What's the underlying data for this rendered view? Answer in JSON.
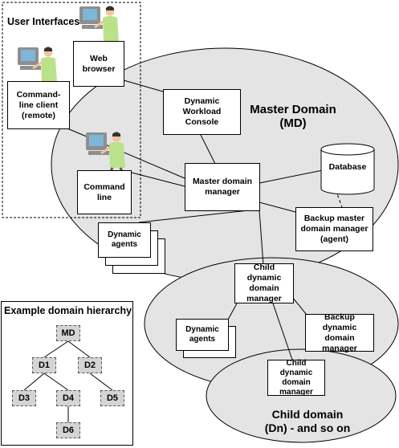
{
  "user_interfaces": {
    "title": "User Interfaces"
  },
  "boxes": {
    "web_browser": "Web browser",
    "command_line_client": "Command-line client (remote)",
    "command_line": "Command line",
    "dwc": "Dynamic Workload Console",
    "master_domain_manager": "Master domain manager",
    "database": "Database",
    "backup_master": "Backup master domain manager (agent)",
    "child_dynamic_manager_1": "Child dynamic domain manager",
    "backup_dynamic": "Backup dynamic domain manager",
    "child_dynamic_manager_2": "Child dynamic domain manager"
  },
  "agents": {
    "master": "Dynamic agents",
    "child": "Dynamic agents"
  },
  "domains": {
    "master_title": "Master Domain",
    "master_abbr": "(MD)",
    "child_title": "Child domain",
    "child_sub": "(Dn) - and so on"
  },
  "hierarchy": {
    "title": "Example domain hierarchy",
    "md": "MD",
    "d1": "D1",
    "d2": "D2",
    "d3": "D3",
    "d4": "D4",
    "d5": "D5",
    "d6": "D6"
  },
  "colors": {
    "ellipse_fill": "#e4e4e4",
    "node_fill": "#d4d4d4",
    "monitor": "#8e8e8e",
    "screen": "#7fb5d6",
    "shirt": "#b9e28a",
    "skin": "#f2c49a"
  }
}
